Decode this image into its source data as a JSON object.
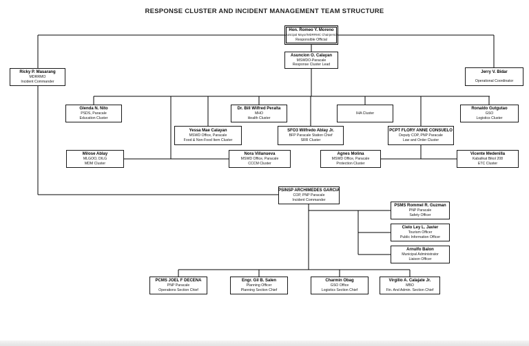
{
  "title": "RESPONSE CLUSTER AND INCIDENT MANAGEMENT TEAM STRUCTURE",
  "page": {
    "background": "#ffffff",
    "line_color": "#000000",
    "node_border_color": "#161616"
  },
  "nodes": {
    "responsible_official": {
      "name": "Hon. Romeo Y. Moreno",
      "org": "Municipal Mayor/MDRRMC Chairperson",
      "role": "Responsible Official"
    },
    "response_cluster_lead": {
      "name": "Asuncion O. Calayan",
      "org": "MSWDO-Paracale",
      "role": "Response Cluster Lead"
    },
    "incident_commander_mdrrmo": {
      "name": "Ricky P. Masarang",
      "org": "MDRRMO",
      "role": "Incident Commander"
    },
    "operational_coordinator": {
      "name": "Jerry V. Bidar",
      "org": " ",
      "role": "Operational Coordinator"
    },
    "education_cluster": {
      "name": "Glenda N. Nito",
      "org": "PSDS, Paracale",
      "role": "Education Cluster"
    },
    "health_cluster": {
      "name": "Dr. Bill Wilfred Peralta",
      "org": "MHO",
      "role": "Health Cluster"
    },
    "iha_cluster": {
      "name": "",
      "org": "IHA Cluster",
      "role": ""
    },
    "logistics_cluster": {
      "name": "Ronaldo Gutgutao",
      "org": "GSO",
      "role": "Logistics Cluster"
    },
    "fnfi_cluster": {
      "name": "Yessa Mae Calayan",
      "org": "MSWD Office, Paracale",
      "role": "Food & Non-Food Item Cluster"
    },
    "srr_cluster": {
      "name": "SFO3 Wilfredo Ablay Jr.",
      "org": "BFP Paracale Station Chief",
      "role": "SRR Cluster"
    },
    "law_order_cluster": {
      "name": "PCPT FLORY ANNE CONSUELO",
      "org": "Deputy COP, PNP Paracale",
      "role": "Law and Order Cluster"
    },
    "mdm_cluster": {
      "name": "Milose Ablay",
      "org": "MLGOO, DILG",
      "role": "MDM Cluster"
    },
    "cccm_cluster": {
      "name": "Nora Villanueva",
      "org": "MSWD Office, Paracale",
      "role": "CCCM Cluster"
    },
    "protection_cluster": {
      "name": "Agnes Molina",
      "org": "MSWD Office, Paracale",
      "role": "Protection Cluster"
    },
    "etc_cluster": {
      "name": "Vicente Medenilla",
      "org": "Kabalikat Bikol 208",
      "role": "ETC Cluster"
    },
    "incident_commander_pnp": {
      "name": "PSINSP ARCHIMEDES GARCIA",
      "org": "COP, PNP Paracale",
      "role": "Incident Commander"
    },
    "safety_officer": {
      "name": "PSMS Rommel R. Guzman",
      "org": "PNP Paracale",
      "role": "Safety Officer"
    },
    "public_information_officer": {
      "name": "Cielo Ley L. Javier",
      "org": "Tourism Officer",
      "role": "Public Information Officer"
    },
    "liaison_officer": {
      "name": "Arnulfo Balon",
      "org": "Municipal Administrator",
      "role": "Liaison Officer"
    },
    "operations_section_chief": {
      "name": "PCMS JOEL F DECENA",
      "org": "PNP Paracale",
      "role": "Operations Section Chief"
    },
    "planning_section_chief": {
      "name": "Engr. Gil B. Salen",
      "org": "Planning Officer",
      "role": "Planning Section Chief"
    },
    "logistics_section_chief": {
      "name": "Charmin Obag",
      "org": "GSO Office",
      "role": "Logistics Section Chief"
    },
    "fin_admin_section_chief": {
      "name": "Virgilio A. Calajate Jr.",
      "org": "MBO",
      "role": "Fin. And Admin. Section Chief"
    }
  }
}
